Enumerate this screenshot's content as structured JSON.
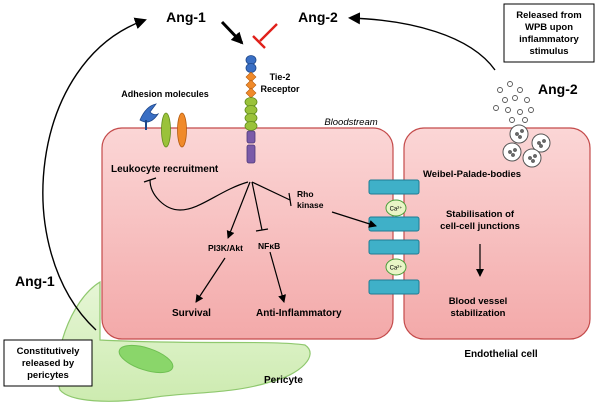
{
  "labels": {
    "ang1_top": "Ang-1",
    "ang2_top": "Ang-2",
    "ang2_right": "Ang-2",
    "ang1_left": "Ang-1",
    "wpb_release": [
      "Released from",
      "WPB upon",
      "inflammatory",
      "stimulus"
    ],
    "tie2": [
      "Tie-2",
      "Receptor"
    ],
    "adhesion": "Adhesion molecules",
    "bloodstream": "Bloodstream",
    "leukocyte": "Leukocyte recruitment",
    "rho": [
      "Rho",
      "kinase"
    ],
    "pi3k": "PI3K/Akt",
    "nfkb": "NFκB",
    "survival": "Survival",
    "anti_inflammatory": "Anti-Inflammatory",
    "weibel": "Weibel-Palade-bodies",
    "stabilisation": [
      "Stabilisation of",
      "cell-cell junctions"
    ],
    "blood_vessel": [
      "Blood vessel",
      "stabilization"
    ],
    "endothelial": "Endothelial cell",
    "pericyte": "Pericyte",
    "constitutive": [
      "Constitutively",
      "released by",
      "pericytes"
    ],
    "ca": "Ca²⁺"
  },
  "colors": {
    "cell_fill": "#f6b7b7",
    "cell_stroke": "#c44b4b",
    "pericyte_fill": "#d8f0c0",
    "pericyte_stroke": "#8fc86e",
    "nucleus": "#8ad66a",
    "junction": "#3fb0c8",
    "inhibit_red": "#e0201a",
    "receptor_blue": "#3a6fc4",
    "receptor_orange": "#f08a2a",
    "receptor_green": "#9ac23a",
    "receptor_purple": "#7a5aa8"
  }
}
